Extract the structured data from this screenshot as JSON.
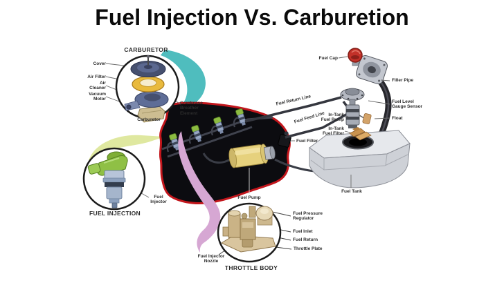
{
  "title": "Fuel Injection Vs. Carburetion",
  "colors": {
    "carburetor_swoosh": "#4fbdbe",
    "injection_swoosh": "#dfe8a0",
    "throttle_swoosh": "#d6a7d3",
    "engine_outline": "#c3161c",
    "engine_fill": "#0c0c10",
    "fuel_pump_body": "#e6d17d",
    "air_filter_ring": "#e9ba3d",
    "fuel_cap": "#c23129",
    "fuel_tank_body": "#ced1d7",
    "injector_green": "#8fc045"
  },
  "carburetor": {
    "heading": "CARBURETOR",
    "labels": {
      "cover": "Cover",
      "air_filter": "Air Filter",
      "air_cleaner": "Air\nCleaner",
      "vacuum_motor": "Vacuum\nMotor",
      "crankcase_breather": "Crankcase\nBreather\nElement",
      "carburetor": "Carburetor"
    }
  },
  "fuel_injection": {
    "heading": "FUEL INJECTION",
    "labels": {
      "fuel_injector": "Fuel\nInjector"
    }
  },
  "engine": {
    "labels": {
      "fuel_pump": "Fuel Pump",
      "fuel_filter": "Fuel Filter",
      "fuel_return_line": "Fuel Return Line",
      "fuel_feed_line": "Fuel Feed Line"
    }
  },
  "fuel_tank": {
    "labels": {
      "fuel_cap": "Fuel Cap",
      "filler_pipe": "Filler Pipe",
      "fuel_level_gauge_sensor": "Fuel Level\nGauge Sensor",
      "float": "Float",
      "in_tank_fuel_pump": "In-Tank\nFuel Pump",
      "in_tank_fuel_filter": "In-Tank\nFuel Filter",
      "fuel_tank": "Fuel Tank"
    }
  },
  "throttle_body": {
    "heading": "THROTTLE BODY",
    "labels": {
      "fuel_pressure_regulator": "Fuel Pressure\nRegulator",
      "fuel_inlet": "Fuel Inlet",
      "fuel_return": "Fuel Return",
      "throttle_plate": "Throttle Plate",
      "fuel_injector_nozzle": "Fuel Injector\nNozzle"
    }
  }
}
